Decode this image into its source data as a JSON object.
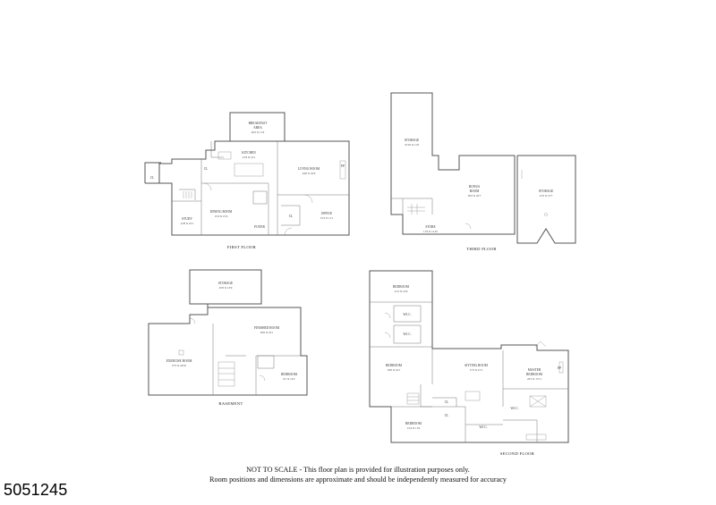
{
  "floors": {
    "first": {
      "label": "FIRST FLOOR",
      "rooms": {
        "breakfast": {
          "name": "BREAKFAST",
          "name2": "AREA",
          "dims": "20'2 X 11'4"
        },
        "kitchen": {
          "name": "KITCHEN",
          "dims": "21'9 X 14'1"
        },
        "living": {
          "name": "LIVING ROOM",
          "dims": "24'0 X 16'9"
        },
        "dining": {
          "name": "DINING ROOM",
          "dims": "15'4 X 15'4"
        },
        "study": {
          "name": "STUDY",
          "dims": "12'8 X 10'1"
        },
        "office": {
          "name": "OFFICE",
          "dims": "15'2 X 11'1"
        },
        "foyer": {
          "name": "FOYER"
        },
        "fp": {
          "name": "FP"
        },
        "cl1": {
          "name": "CL"
        },
        "cl2": {
          "name": "CL"
        },
        "cl3": {
          "name": "CL"
        }
      }
    },
    "third": {
      "label": "THIRD FLOOR",
      "rooms": {
        "storage_left": {
          "name": "STORAGE",
          "dims": "31'10 X 11'6"
        },
        "bonus": {
          "name": "BONUS",
          "name2": "ROOM",
          "dims": "30'2 X 22'7"
        },
        "storage_right": {
          "name": "STORAGE",
          "dims": "21'5 X 15'7"
        },
        "store": {
          "name": "STORE",
          "dims": "11'6 X 11'10"
        }
      }
    },
    "basement": {
      "label": "BASEMENT",
      "rooms": {
        "storage": {
          "name": "STORAGE",
          "dims": "25'0 X 13'0"
        },
        "finished": {
          "name": "FINISHED ROOM",
          "dims": "39'6 X 16'1"
        },
        "exercise": {
          "name": "EXERCISE ROOM",
          "dims": "27'3 X 24'10"
        },
        "bedroom": {
          "name": "BEDROOM",
          "dims": "9'1 X 12'2"
        }
      }
    },
    "second": {
      "label": "SECOND FLOOR",
      "rooms": {
        "bedroom_top": {
          "name": "BEDROOM",
          "dims": "21'2 X 13'9"
        },
        "bedroom_left": {
          "name": "BEDROOM",
          "dims": "18'0 X 16'1"
        },
        "sitting": {
          "name": "SITTING ROOM",
          "dims": "17'2 X 15'1"
        },
        "master": {
          "name": "MASTER",
          "name2": "BEDROOM",
          "dims": "22'2 X 17'11"
        },
        "bedroom_bottom": {
          "name": "BEDROOM",
          "dims": "15'4 X 11'9"
        },
        "wic_top": {
          "name": "W.I.C."
        },
        "wic_mid": {
          "name": "W.I.C."
        },
        "wic_bottom": {
          "name": "W.I.C."
        },
        "wic_master": {
          "name": "W.I.C."
        },
        "cl1": {
          "name": "CL"
        },
        "cl2": {
          "name": "CL"
        },
        "fp": {
          "name": "FP"
        }
      }
    }
  },
  "disclaimer": {
    "line1": "NOT TO SCALE - This floor plan is provided for illustration purposes only.",
    "line2": "Room positions and dimensions are approximate and should be independently measured for accuracy"
  },
  "listing_id": "5051245",
  "colors": {
    "wall": "#555555",
    "background": "#ffffff"
  }
}
